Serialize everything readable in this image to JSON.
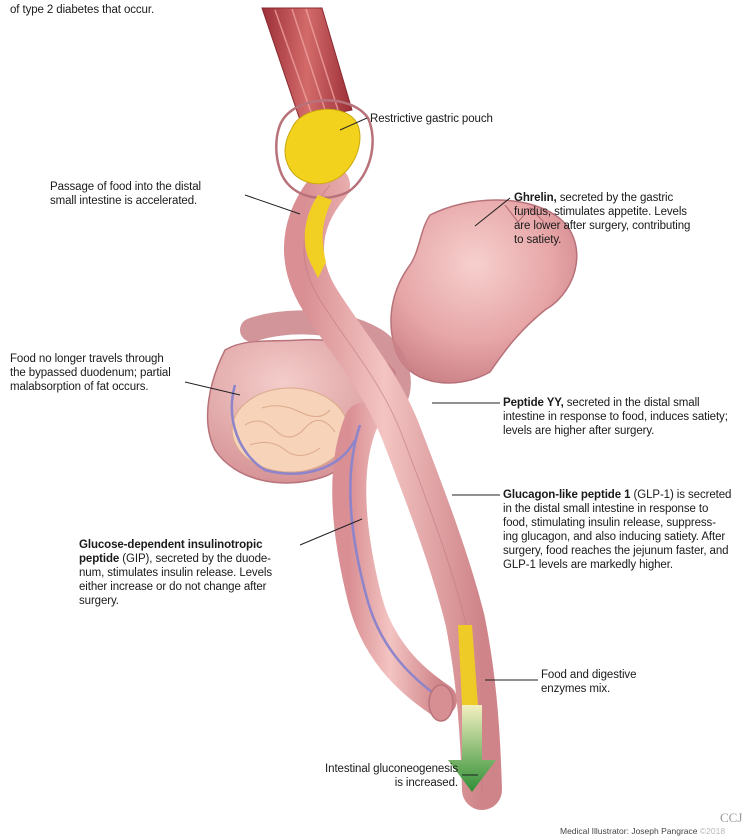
{
  "labels": {
    "top_fragment": "of type 2 diabetes that occur.",
    "pouch": "Restrictive gastric pouch",
    "passage_line1": "Passage of food into the distal",
    "passage_line2": "small intestine is accelerated.",
    "ghrelin_bold": "Ghrelin,",
    "ghrelin_line1": " secreted by the gastric",
    "ghrelin_line2": "fundus, stimulates appetite. Levels",
    "ghrelin_line3": "are lower after surgery, contributing",
    "ghrelin_line4": "to satiety.",
    "food_line1": "Food no longer travels through",
    "food_line2": "the bypassed duodenum; partial",
    "food_line3": "malabsorption of fat occurs.",
    "pyy_bold": "Peptide YY,",
    "pyy_line1": " secreted in the distal small",
    "pyy_line2": "intestine in response to food, induces satiety;",
    "pyy_line3": "levels are higher after surgery.",
    "glp_bold": "Glucagon-like peptide 1",
    "glp_line1": " (GLP-1) is secreted",
    "glp_line2": "in the distal small intestine in response to",
    "glp_line3": "food, stimulating insulin release, suppress-",
    "glp_line4": "ing glucagon, and also inducing satiety. After",
    "glp_line5": "surgery, food reaches the jejunum faster, and",
    "glp_line6": "GLP-1 levels are markedly higher.",
    "gip_bold1": "Glucose-dependent insulinotropic",
    "gip_bold2": "peptide",
    "gip_line1": " (GIP), secreted by the duode-",
    "gip_line2": "num, stimulates insulin release. Levels",
    "gip_line3": "either increase or do not change after",
    "gip_line4": "surgery.",
    "mix_line1": "Food and digestive",
    "mix_line2": "enzymes mix.",
    "gluco_line1": "Intestinal gluconeogenesis",
    "gluco_line2": "is increased."
  },
  "credit": "Medical Illustrator: Joseph Pangrace",
  "logo_text": "CCJ",
  "logo_year": "©2018",
  "colors": {
    "tissue": "#e8a7a7",
    "tissue_light": "#f3c8c4",
    "tissue_dark": "#c97d80",
    "food": "#f2d21c",
    "muscle": "#b8444a",
    "vessel": "#8e84c9",
    "arrow": "#3a9a3a"
  }
}
